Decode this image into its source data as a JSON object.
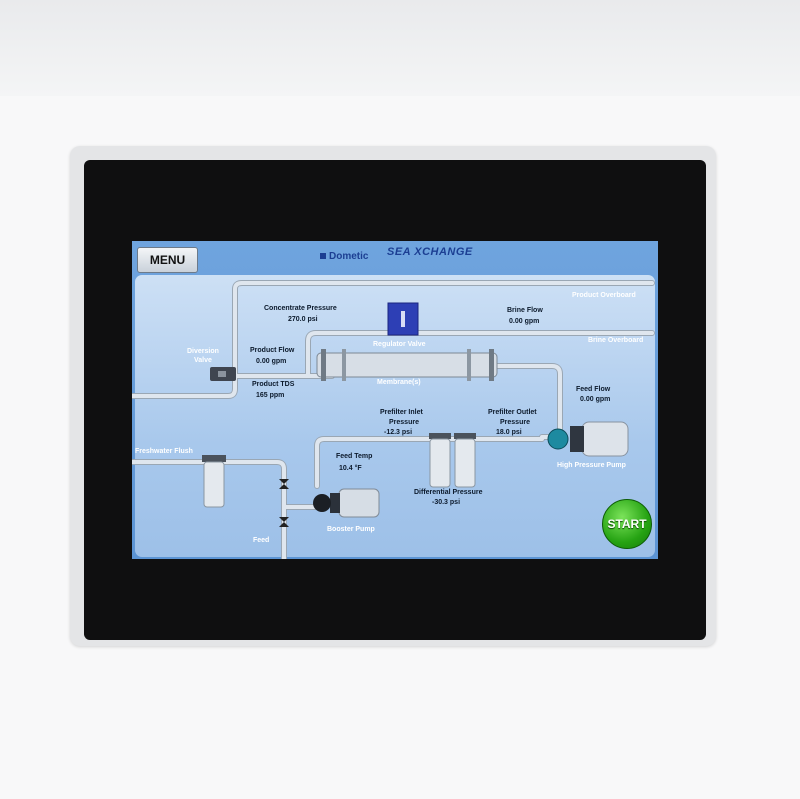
{
  "header": {
    "menu_label": "MENU",
    "brand": "Dometic",
    "logo": "SEA XCHANGE"
  },
  "diagram": {
    "product_overboard": "Product Overboard",
    "brine_overboard": "Brine Overboard",
    "concentrate_pressure_label": "Concentrate Pressure",
    "concentrate_pressure_value": "270.0 psi",
    "brine_flow_label": "Brine Flow",
    "brine_flow_value": "0.00 gpm",
    "regulator_valve": "Regulator Valve",
    "diversion_valve_line1": "Diversion",
    "diversion_valve_line2": "Valve",
    "product_flow_label": "Product Flow",
    "product_flow_value": "0.00 gpm",
    "membranes": "Membrane(s)",
    "product_tds_label": "Product TDS",
    "product_tds_value": "165 ppm",
    "feed_flow_label": "Feed Flow",
    "feed_flow_value": "0.00 gpm",
    "prefilter_inlet_line1": "Prefilter Inlet",
    "prefilter_inlet_line2": "Pressure",
    "prefilter_inlet_value": "-12.3 psi",
    "prefilter_outlet_line1": "Prefilter Outlet",
    "prefilter_outlet_line2": "Pressure",
    "prefilter_outlet_value": "18.0 psi",
    "high_pressure_pump": "High Pressure Pump",
    "freshwater_flush": "Freshwater Flush",
    "feed_temp_label": "Feed Temp",
    "feed_temp_value": "10.4 °F",
    "differential_pressure_label": "Differential Pressure",
    "differential_pressure_value": "-30.3 psi",
    "booster_pump": "Booster Pump",
    "feed": "Feed"
  },
  "controls": {
    "start_label": "START"
  },
  "colors": {
    "screen_bg": "#6fa4de",
    "pipe": "#c9d3dd",
    "start_green": "#26a313",
    "regulator_blue": "#2d3fb5",
    "brand_blue": "#1c3f93"
  }
}
